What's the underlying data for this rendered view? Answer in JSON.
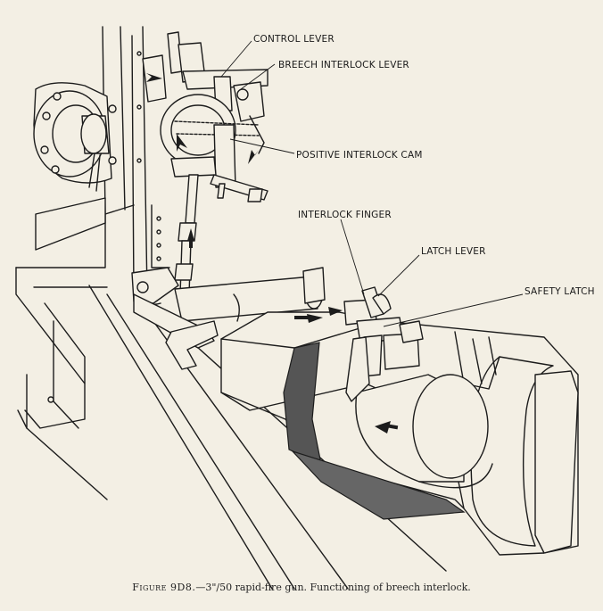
{
  "labels": {
    "control_lever": "CONTROL LEVER",
    "breech_interlock_lever": "BREECH INTERLOCK LEVER",
    "positive_interlock_cam": "POSITIVE INTERLOCK CAM",
    "interlock_finger": "INTERLOCK FINGER",
    "latch_lever": "LATCH LEVER",
    "safety_latch": "SAFETY LATCH"
  },
  "caption": {
    "figure": "Figure 9D8.",
    "text": "—3\"/50 rapid-fire gun.  Functioning of breech interlock."
  },
  "colors": {
    "paper": "#f3efe4",
    "ink": "#1c1c1c"
  }
}
